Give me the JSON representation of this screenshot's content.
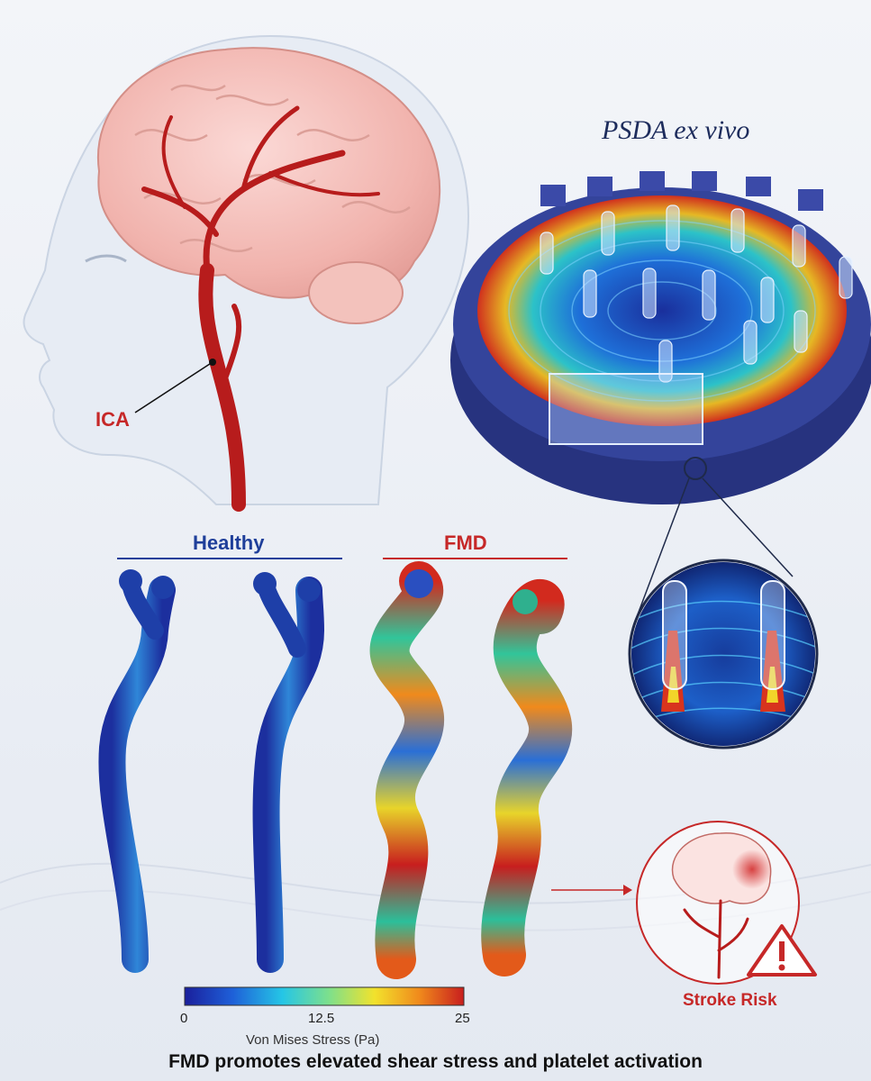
{
  "labels": {
    "psda_title": "PSDA ex vivo",
    "ica": "ICA",
    "healthy": "Healthy",
    "fmd": "FMD",
    "stroke_risk": "Stroke Risk",
    "caption": "FMD promotes elevated shear stress and platelet activation"
  },
  "colorbar": {
    "label": "Von Mises Stress (Pa)",
    "min": "0",
    "mid": "12.5",
    "max": "25",
    "stops": [
      "#1a1f9c",
      "#1e5fd8",
      "#25c6e6",
      "#7fe08a",
      "#f2e22c",
      "#f08a1c",
      "#c81e1e"
    ]
  },
  "colors": {
    "healthy_accent": "#1f3f9a",
    "fmd_accent": "#c62828",
    "artery": "#b71c1c",
    "device": "#2b3a8f"
  }
}
